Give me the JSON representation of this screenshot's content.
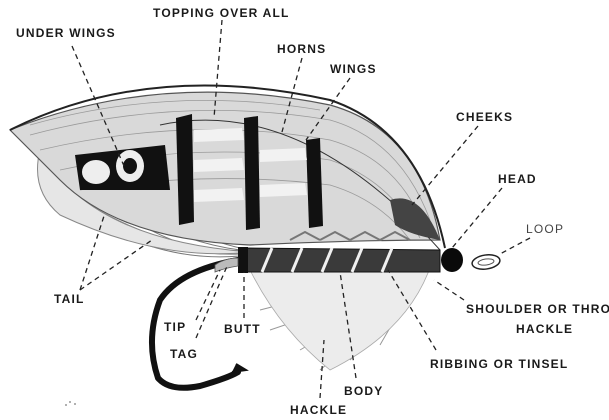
{
  "labels": {
    "topping": "TOPPING OVER ALL",
    "under_wings": "UNDER WINGS",
    "horns": "HORNS",
    "wings": "WINGS",
    "cheeks": "CHEEKS",
    "head": "HEAD",
    "loop": "LOOP",
    "tail": "TAIL",
    "shoulder_line1": "SHOULDER OR THROAT",
    "shoulder_line2": "HACKLE",
    "tip": "TIP",
    "tag": "TAG",
    "butt": "BUTT",
    "ribbing": "RIBBING OR TINSEL",
    "body": "BODY",
    "hackle": "HACKLE"
  }
}
